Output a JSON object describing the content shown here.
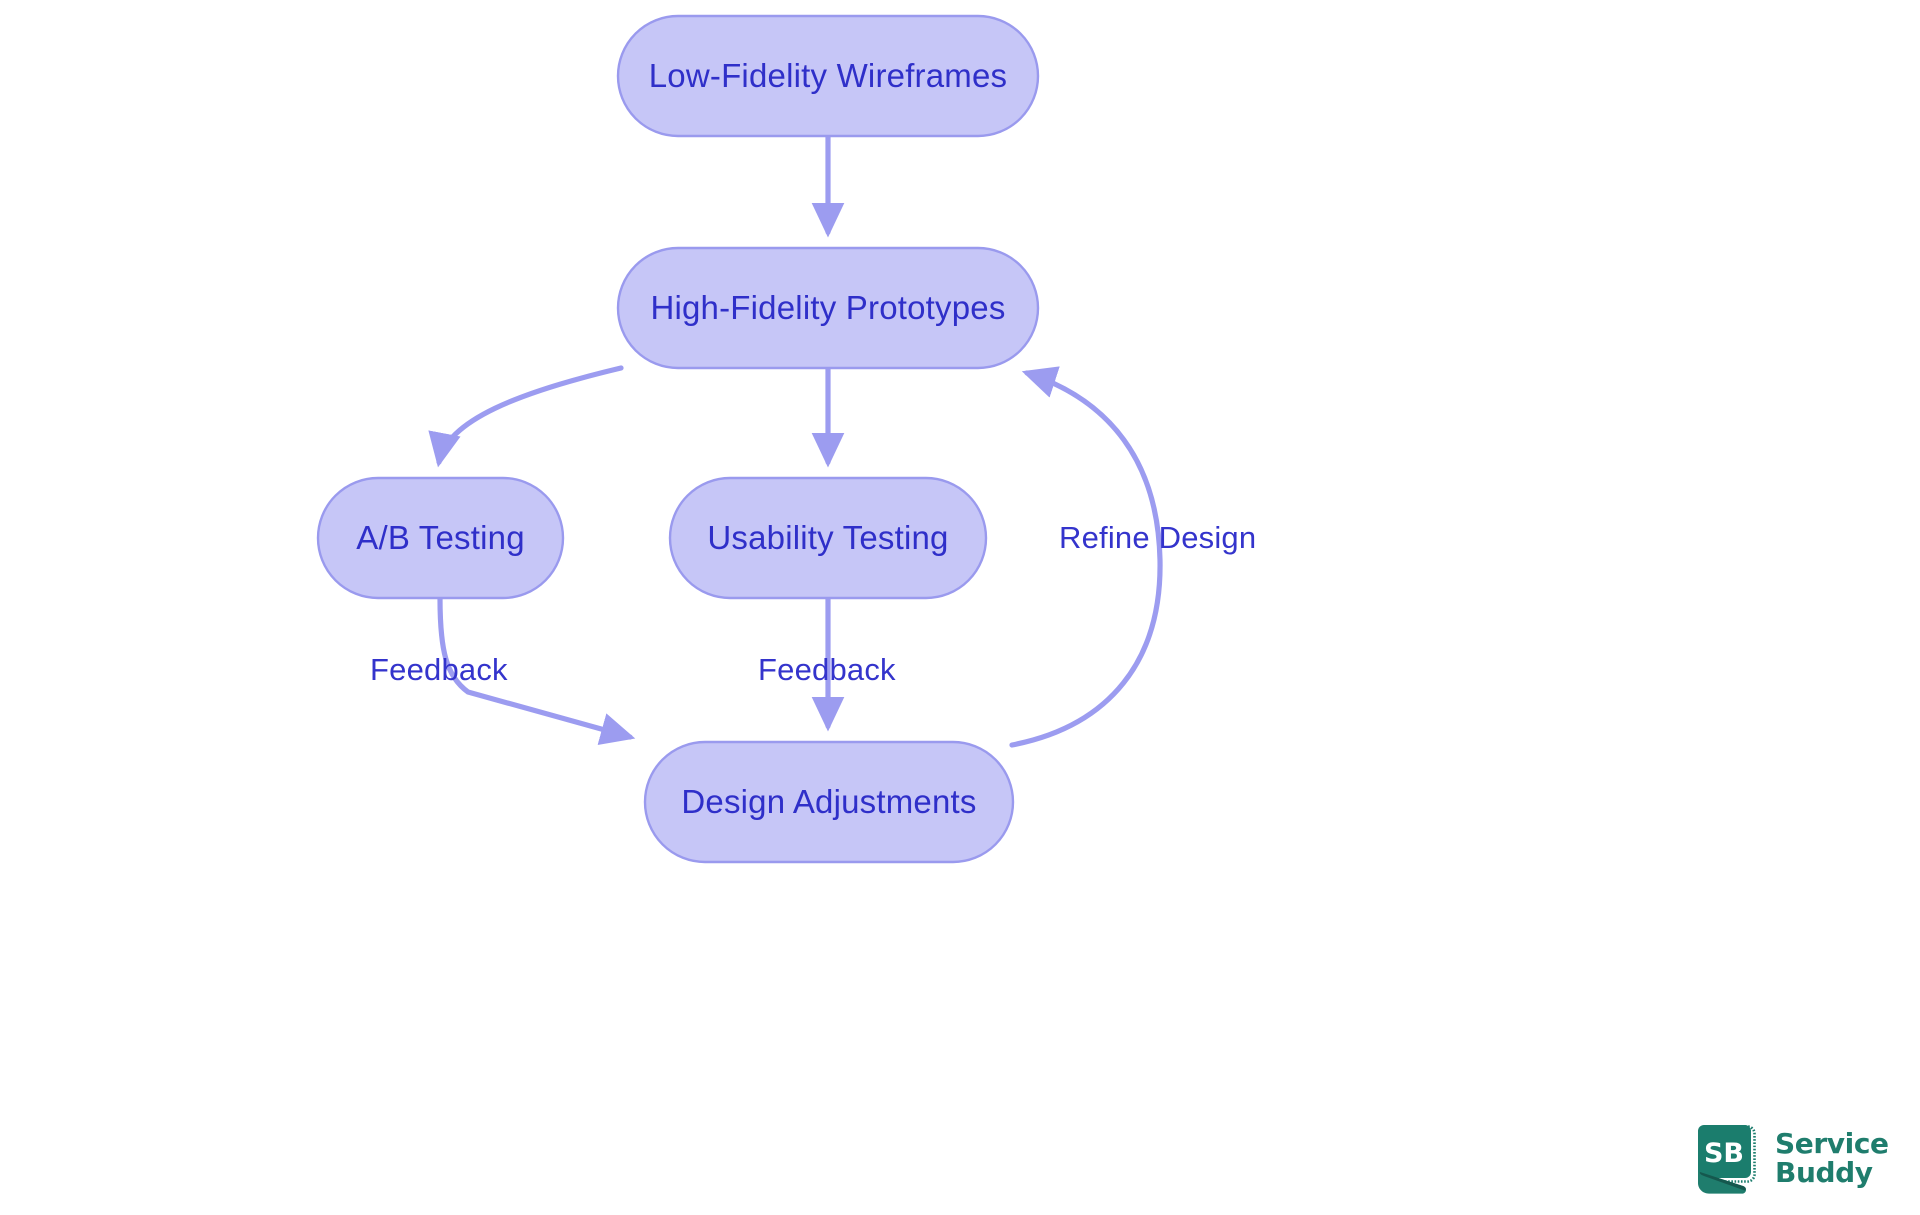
{
  "diagram": {
    "type": "flowchart",
    "direction": "top-down",
    "background_color": "#ffffff",
    "node_fill": "#c6c6f7",
    "node_stroke": "#9a9aee",
    "node_text_color": "#2f2fc9",
    "edge_color": "#9c9cf0",
    "edge_label_color": "#3434cc",
    "nodes": [
      {
        "id": "lofi",
        "label": "Low-Fidelity Wireframes",
        "shape": "stadium"
      },
      {
        "id": "hifi",
        "label": "High-Fidelity Prototypes",
        "shape": "stadium"
      },
      {
        "id": "abtest",
        "label": "A/B Testing",
        "shape": "stadium"
      },
      {
        "id": "usab",
        "label": "Usability Testing",
        "shape": "stadium"
      },
      {
        "id": "adjust",
        "label": "Design Adjustments",
        "shape": "stadium"
      }
    ],
    "edges": [
      {
        "from": "lofi",
        "to": "hifi",
        "label": ""
      },
      {
        "from": "hifi",
        "to": "abtest",
        "label": ""
      },
      {
        "from": "hifi",
        "to": "usab",
        "label": ""
      },
      {
        "from": "abtest",
        "to": "adjust",
        "label": "Feedback"
      },
      {
        "from": "usab",
        "to": "adjust",
        "label": "Feedback"
      },
      {
        "from": "adjust",
        "to": "hifi",
        "label": "Refine Design"
      }
    ],
    "edge_labels": {
      "ab_feedback": "Feedback",
      "usability_feedback": "Feedback",
      "refine_design": "Refine Design"
    }
  },
  "logo": {
    "mark_text": "SB",
    "line1": "Service",
    "line2": "Buddy",
    "brand_color": "#1f7d6d",
    "mark_bg_color": "#1b7d6d",
    "mark_accent_color": "#15584e"
  }
}
